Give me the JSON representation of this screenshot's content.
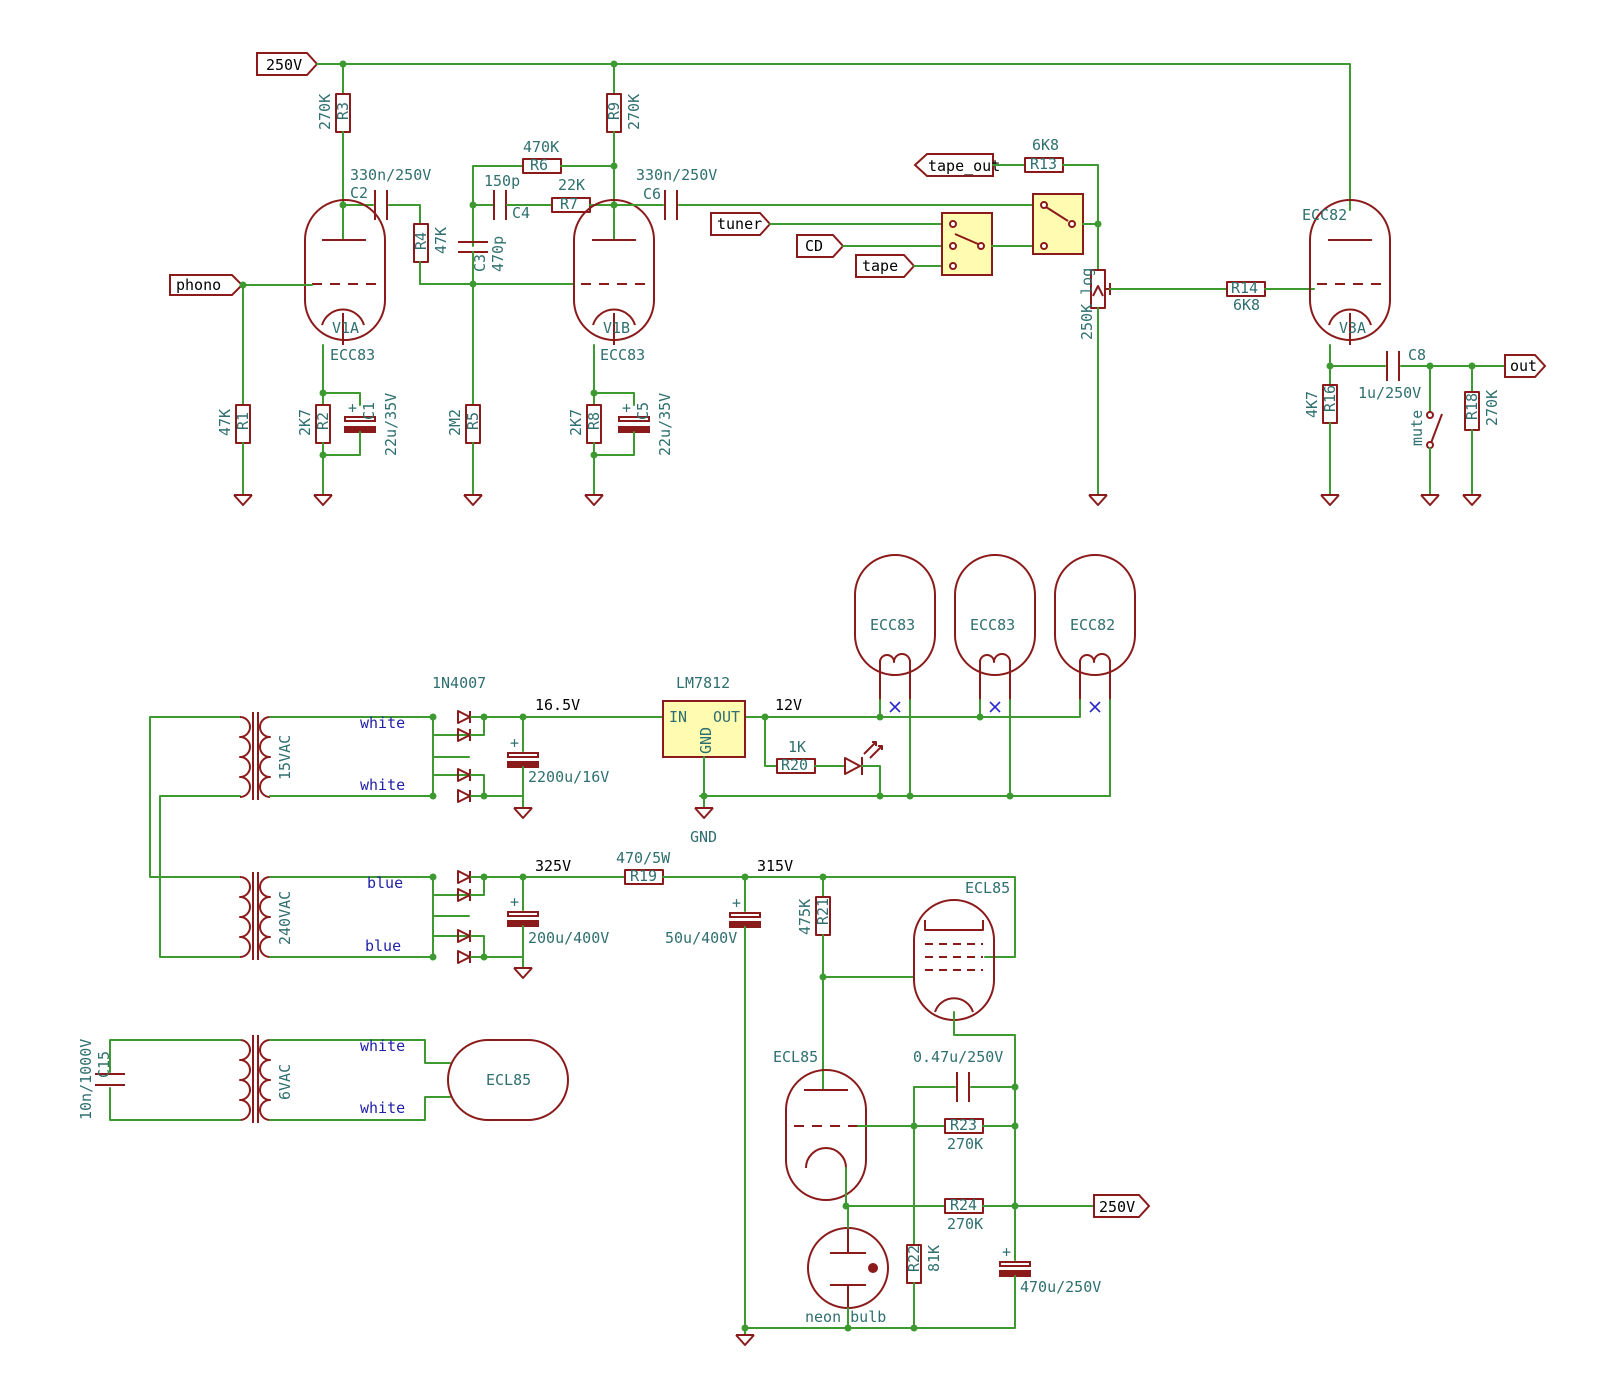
{
  "ports": {
    "top_250v": "250V",
    "phono": "phono",
    "tape_out": "tape_out",
    "tuner": "tuner",
    "cd": "CD",
    "tape": "tape",
    "out": "out",
    "bottom_250v": "250V"
  },
  "preamp": {
    "r3": {
      "ref": "R3",
      "value": "270K"
    },
    "r9": {
      "ref": "R9",
      "value": "270K"
    },
    "c2": {
      "ref": "C2",
      "value": "330n/250V"
    },
    "r6": {
      "ref": "R6",
      "value": "470K"
    },
    "c4": {
      "ref": "C4",
      "value": "150p"
    },
    "r7": {
      "ref": "R7",
      "value": "22K"
    },
    "c6": {
      "ref": "C6",
      "value": "330n/250V"
    },
    "r4": {
      "ref": "R4",
      "value": "47K"
    },
    "c3": {
      "ref": "C3",
      "value": "470p"
    },
    "v1a": {
      "ref": "V1A",
      "value": "ECC83"
    },
    "v1b": {
      "ref": "V1B",
      "value": "ECC83"
    },
    "r1": {
      "ref": "R1",
      "value": "47K"
    },
    "r2": {
      "ref": "R2",
      "value": "2K7"
    },
    "c1": {
      "ref": "C1",
      "value": "22u/35V"
    },
    "r5": {
      "ref": "R5",
      "value": "2M2"
    },
    "r8": {
      "ref": "R8",
      "value": "2K7"
    },
    "c5": {
      "ref": "C5",
      "value": "22u/35V"
    },
    "r13": {
      "ref": "R13",
      "value": "6K8"
    },
    "pot": {
      "value": "250K log"
    },
    "r14": {
      "ref": "R14",
      "value": "6K8"
    },
    "v3a": {
      "ref": "V3A",
      "value": "ECC82"
    },
    "c8": {
      "ref": "C8",
      "value": "1u/250V"
    },
    "r16": {
      "ref": "R16",
      "value": "4K7"
    },
    "r18": {
      "ref": "R18",
      "value": "270K"
    },
    "mute": "mute"
  },
  "heaters": {
    "tube1": "ECC83",
    "tube2": "ECC83",
    "tube3": "ECC82"
  },
  "psu": {
    "t1_secondary": "15VAC",
    "t2_secondary": "240VAC",
    "t3_secondary": "6VAC",
    "wire_white1": "white",
    "wire_white2": "white",
    "wire_blue1": "blue",
    "wire_blue2": "blue",
    "wire_white3": "white",
    "wire_white4": "white",
    "diode": "1N4007",
    "net_16v5": "16.5V",
    "reg": "LM7812",
    "reg_in": "IN",
    "reg_out": "OUT",
    "reg_gnd": "GND",
    "net_12v": "12V",
    "gnd": "GND",
    "c_2200": "2200u/16V",
    "r20": {
      "ref": "R20",
      "value": "1K"
    },
    "net_325v": "325V",
    "r19": {
      "ref": "R19",
      "value": "470/5W"
    },
    "net_315v": "315V",
    "c_200": "200u/400V",
    "c_50": "50u/400V",
    "r21": {
      "ref": "R21",
      "value": "475K"
    },
    "ecl85_top": "ECL85",
    "ecl85_mid": "ECL85",
    "ecl85_heater": "ECL85",
    "c_047": "0.47u/250V",
    "r23": {
      "ref": "R23",
      "value": "270K"
    },
    "r24": {
      "ref": "R24",
      "value": "270K"
    },
    "r22": {
      "ref": "R22",
      "value": "81K"
    },
    "c_470": "470u/250V",
    "neon": "neon bulb",
    "c15": {
      "ref": "C15",
      "value": "10n/1000V"
    }
  }
}
